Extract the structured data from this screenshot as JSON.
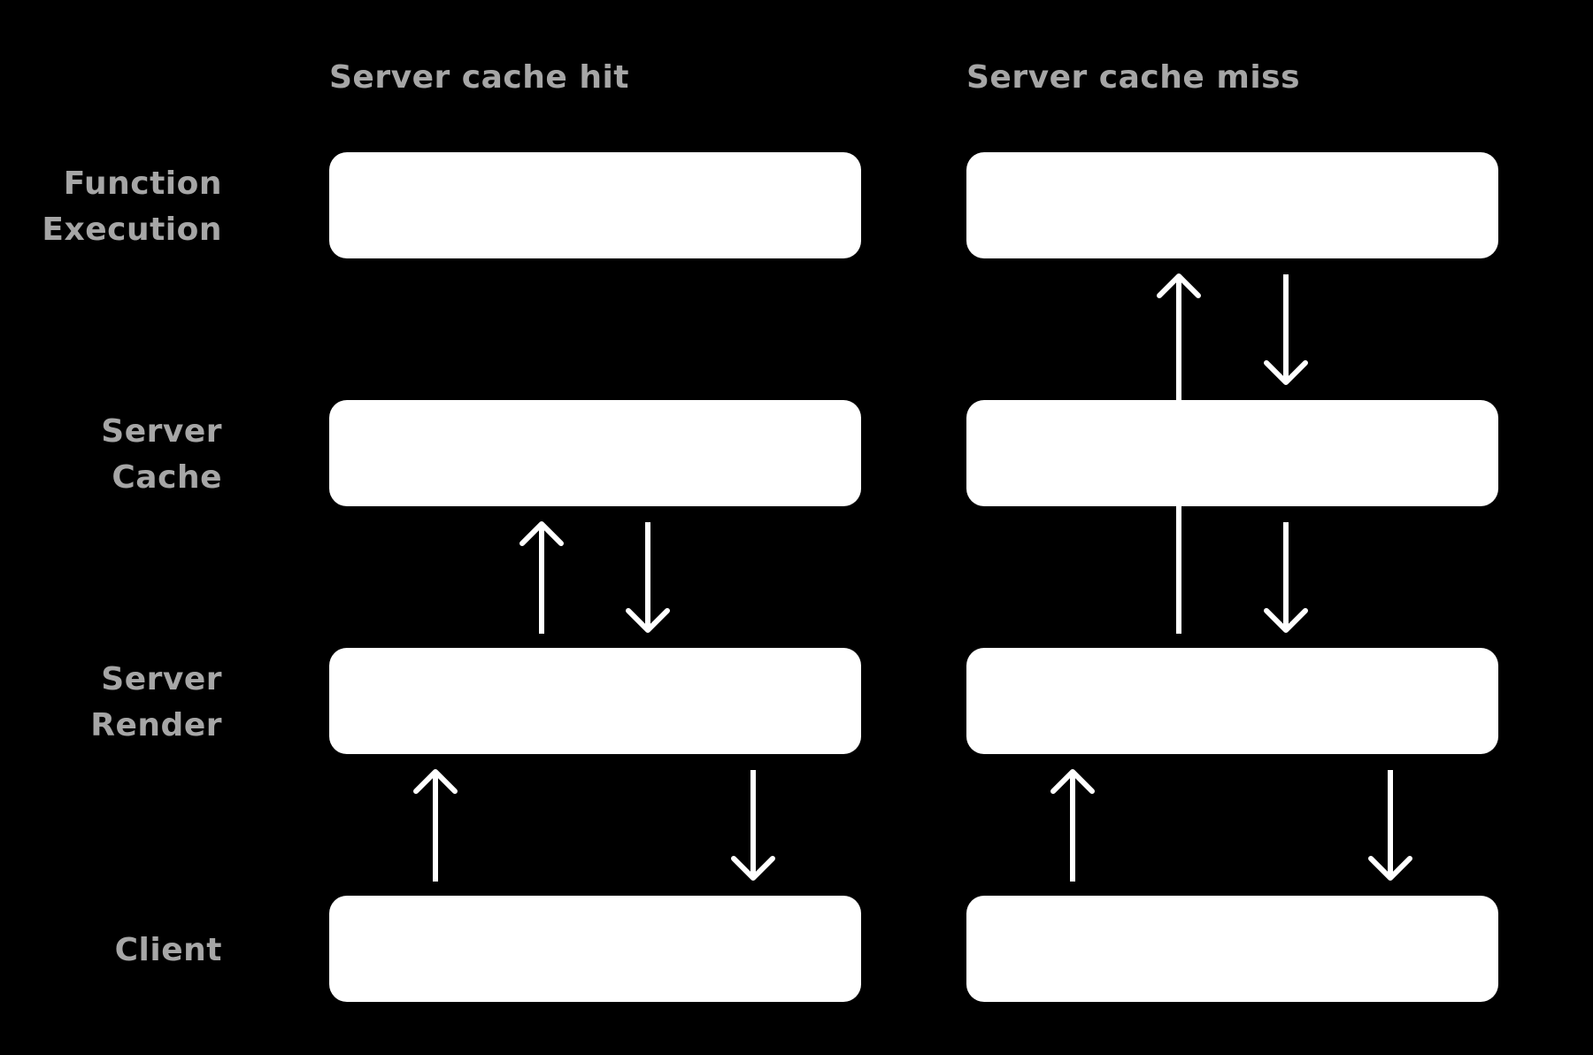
{
  "diagram": {
    "columns": [
      {
        "title": "Server cache hit"
      },
      {
        "title": "Server cache miss"
      }
    ],
    "rows": [
      {
        "lines": [
          "Function",
          "Execution"
        ]
      },
      {
        "lines": [
          "Server",
          "Cache"
        ]
      },
      {
        "lines": [
          "Server",
          "Render"
        ]
      },
      {
        "lines": [
          "Client"
        ]
      }
    ]
  },
  "colors": {
    "background": "#000000",
    "box": "#ffffff",
    "label": "#a6a6a6",
    "arrow": "#ffffff"
  }
}
